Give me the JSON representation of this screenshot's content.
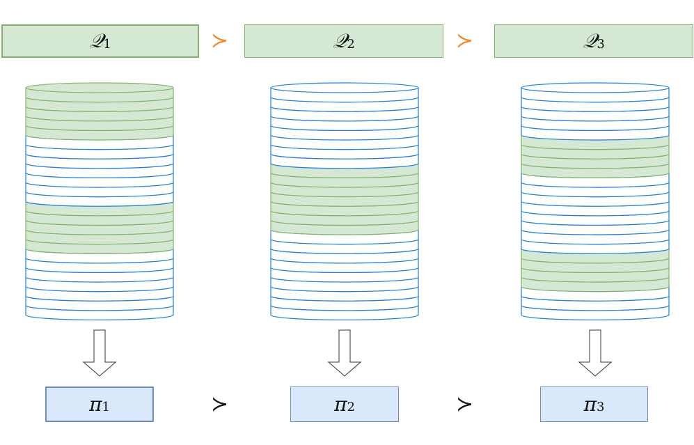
{
  "queries": [
    {
      "symbol": "𝒬",
      "sub": "1",
      "active": true
    },
    {
      "symbol": "𝒬",
      "sub": "2",
      "active": false
    },
    {
      "symbol": "𝒬",
      "sub": "3",
      "active": false
    }
  ],
  "policies": [
    {
      "symbol": "π",
      "sub": "1",
      "active": true
    },
    {
      "symbol": "π",
      "sub": "2",
      "active": false
    },
    {
      "symbol": "π",
      "sub": "3",
      "active": false
    }
  ],
  "precedence_symbol": "≻",
  "colors": {
    "highlight_fill": "#d5e8d4",
    "highlight_stroke": "#82b366",
    "disk_stroke": "#1f7fe0",
    "policy_fill": "#dae8fc",
    "policy_stroke": "#6c8ebf",
    "query_precedence": "#f08a24",
    "policy_precedence": "#111111"
  },
  "stacks": [
    {
      "disk_count": 24,
      "highlighted_disks": [
        0,
        1,
        2,
        3,
        4,
        12,
        13,
        14,
        15,
        16
      ]
    },
    {
      "disk_count": 24,
      "highlighted_disks": [
        8,
        9,
        10,
        11,
        12,
        13,
        14
      ]
    },
    {
      "disk_count": 24,
      "highlighted_disks": [
        5,
        6,
        7,
        8,
        17,
        18,
        19,
        20
      ]
    }
  ]
}
